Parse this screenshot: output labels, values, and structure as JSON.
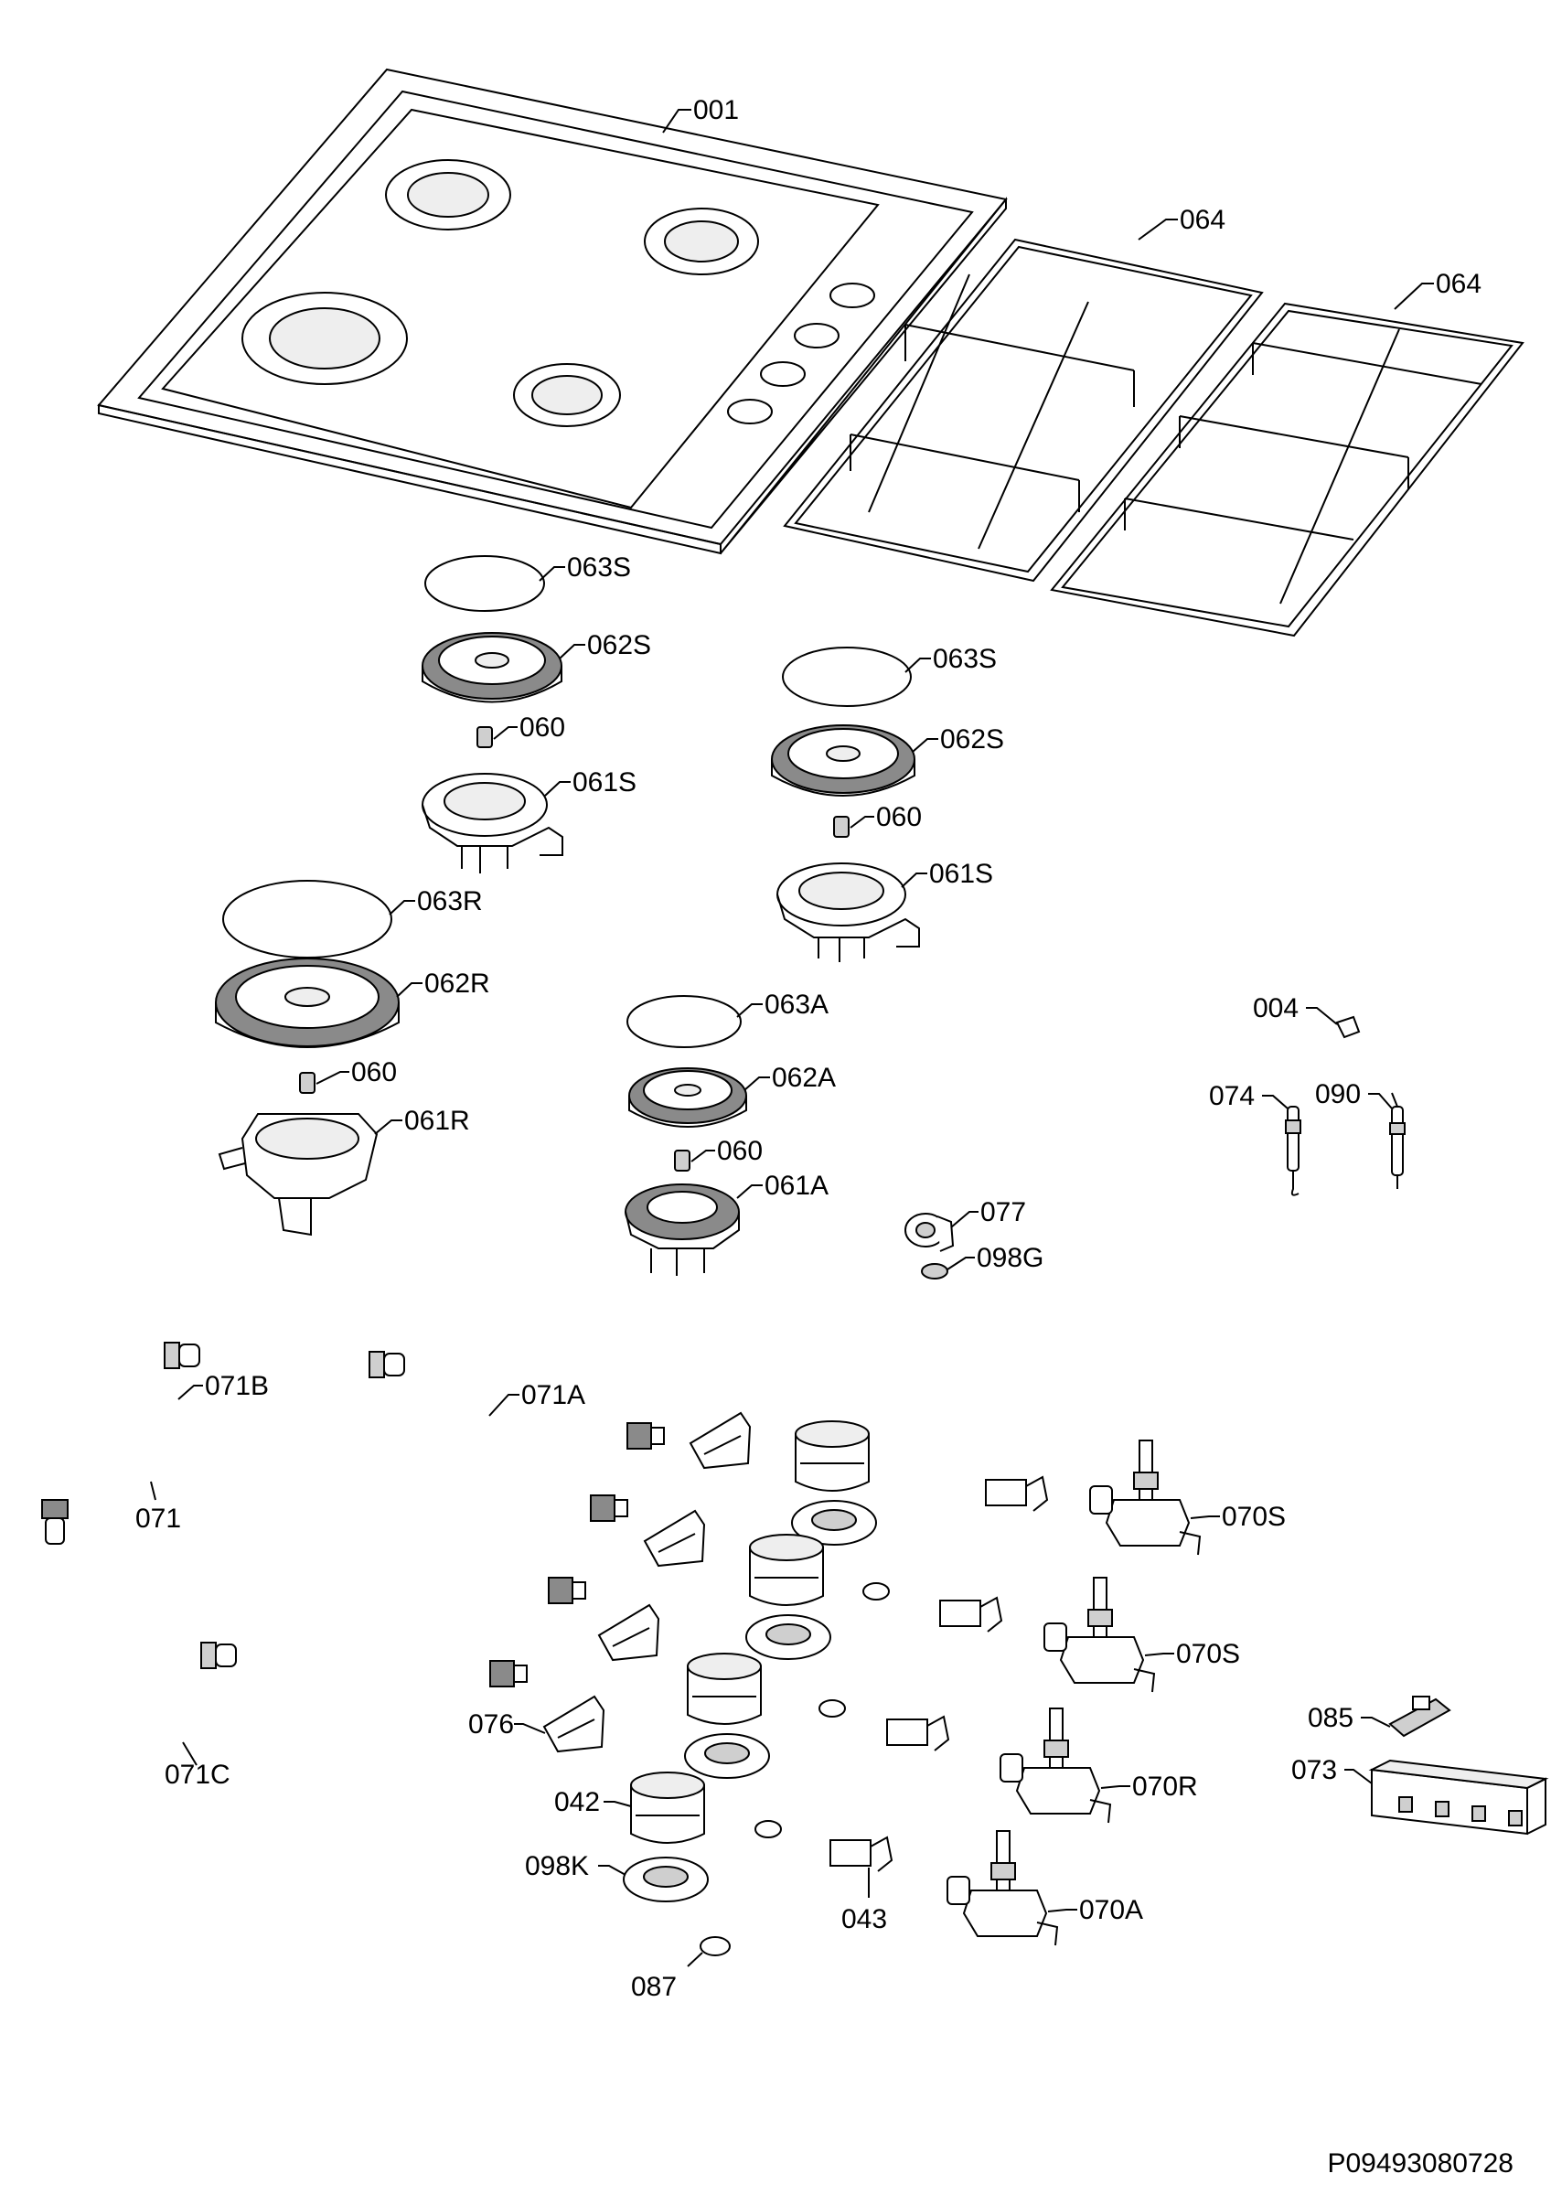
{
  "diagram": {
    "labels": [
      {
        "id": "hob_top",
        "text": "001"
      },
      {
        "id": "grid_left",
        "text": "064"
      },
      {
        "id": "grid_right",
        "text": "064"
      },
      {
        "id": "cap_s1",
        "text": "063S"
      },
      {
        "id": "crown_s1",
        "text": "062S"
      },
      {
        "id": "injector_s1",
        "text": "060"
      },
      {
        "id": "cup_s1",
        "text": "061S"
      },
      {
        "id": "cap_s2",
        "text": "063S"
      },
      {
        "id": "crown_s2",
        "text": "062S"
      },
      {
        "id": "injector_s2",
        "text": "060"
      },
      {
        "id": "cup_s2",
        "text": "061S"
      },
      {
        "id": "cap_r",
        "text": "063R"
      },
      {
        "id": "crown_r",
        "text": "062R"
      },
      {
        "id": "injector_r",
        "text": "060"
      },
      {
        "id": "cup_r",
        "text": "061R"
      },
      {
        "id": "cap_a",
        "text": "063A"
      },
      {
        "id": "crown_a",
        "text": "062A"
      },
      {
        "id": "injector_a",
        "text": "060"
      },
      {
        "id": "cup_a",
        "text": "061A"
      },
      {
        "id": "clip",
        "text": "004"
      },
      {
        "id": "thermocouple",
        "text": "074"
      },
      {
        "id": "electrode",
        "text": "090"
      },
      {
        "id": "elbow",
        "text": "077"
      },
      {
        "id": "seal",
        "text": "098G"
      },
      {
        "id": "pipe_b",
        "text": "071B"
      },
      {
        "id": "pipe_a",
        "text": "071A"
      },
      {
        "id": "pipe_main",
        "text": "071"
      },
      {
        "id": "pipe_c",
        "text": "071C"
      },
      {
        "id": "valve_s1",
        "text": "070S"
      },
      {
        "id": "valve_s2",
        "text": "070S"
      },
      {
        "id": "valve_r",
        "text": "070R"
      },
      {
        "id": "valve_a",
        "text": "070A"
      },
      {
        "id": "bracket",
        "text": "076"
      },
      {
        "id": "knob",
        "text": "042"
      },
      {
        "id": "bezel",
        "text": "098K"
      },
      {
        "id": "washer",
        "text": "087"
      },
      {
        "id": "spring_clip",
        "text": "043"
      },
      {
        "id": "switch",
        "text": "085"
      },
      {
        "id": "ignition_block",
        "text": "073"
      }
    ],
    "drawing_code": "P09493080728"
  }
}
